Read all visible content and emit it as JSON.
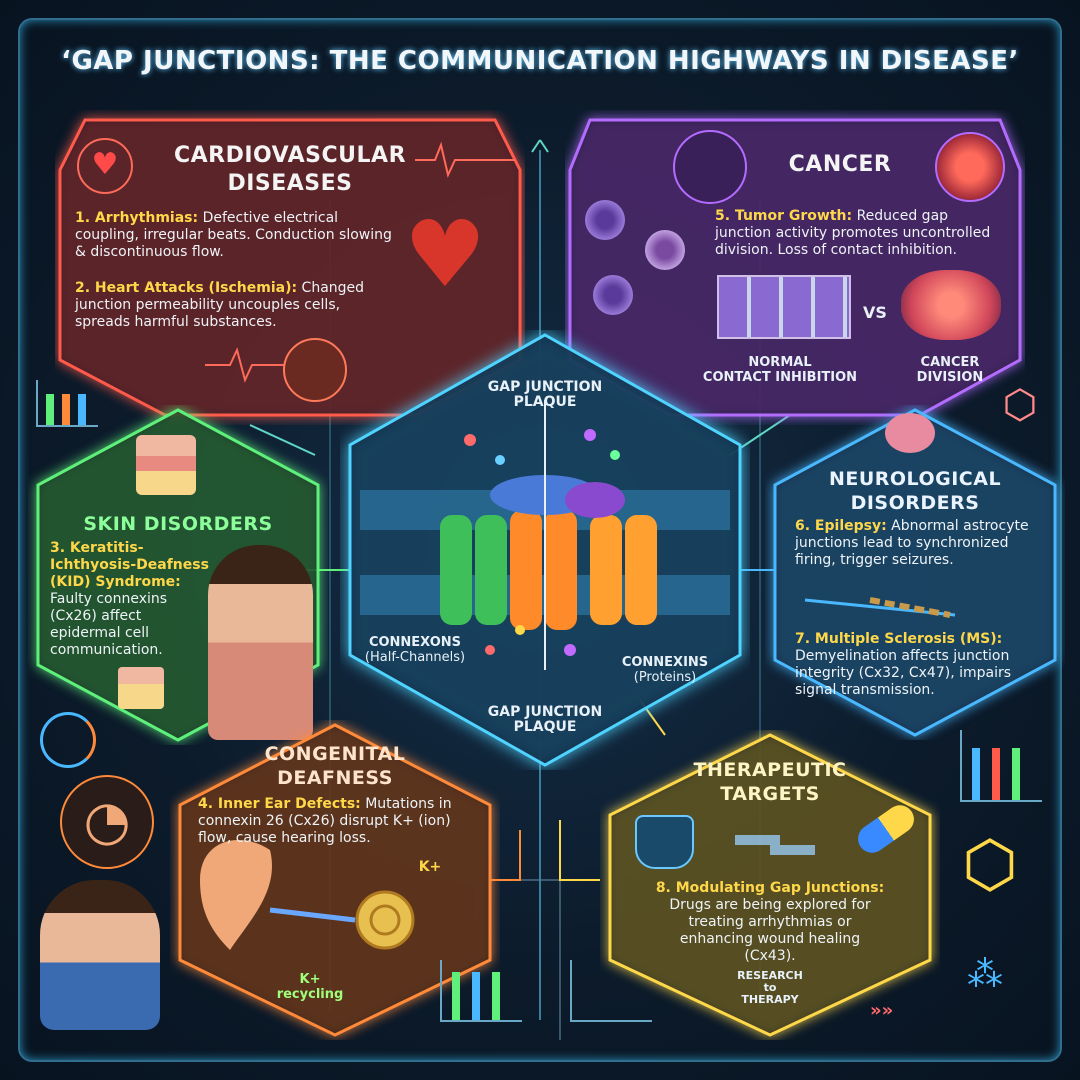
{
  "title": "‘GAP JUNCTIONS: THE COMMUNICATION HIGHWAYS IN DISEASE’",
  "cardio": {
    "title_line1": "CARDIOVASCULAR",
    "title_line2": "DISEASES",
    "item1_label": "1. Arrhythmias:",
    "item1_text": "Defective electrical coupling, irregular beats. Conduction slowing & discontinuous flow.",
    "item2_label": "2. Heart Attacks (Ischemia):",
    "item2_text": "Changed junction permeability uncouples cells, spreads harmful substances."
  },
  "cancer": {
    "title": "CANCER",
    "item_label": "5. Tumor Growth:",
    "item_text": "Reduced gap junction activity promotes uncontrolled division. Loss of contact inhibition.",
    "vs": "VS",
    "normal_line1": "NORMAL",
    "normal_line2": "CONTACT INHIBITION",
    "cancer_line1": "CANCER",
    "cancer_line2": "DIVISION"
  },
  "skin": {
    "title": "SKIN DISORDERS",
    "item_label": "3. Keratitis-Ichthyosis-Deafness (KID) Syndrome:",
    "item_text": "Faulty connexins (Cx26) affect epidermal cell communication."
  },
  "center": {
    "top_line1": "GAP JUNCTION",
    "top_line2": "PLAQUE",
    "connexons_line1": "CONNEXONS",
    "connexons_line2": "(Half-Channels)",
    "connexins_line1": "CONNEXINS",
    "connexins_line2": "(Proteins)",
    "bottom_line1": "GAP JUNCTION",
    "bottom_line2": "PLAQUE"
  },
  "neuro": {
    "title_line1": "NEUROLOGICAL",
    "title_line2": "DISORDERS",
    "item1_label": "6. Epilepsy:",
    "item1_text": "Abnormal astrocyte junctions lead to synchronized firing, trigger seizures.",
    "item2_label": "7. Multiple Sclerosis (MS):",
    "item2_text": "Demyelination affects junction integrity (Cx32, Cx47), impairs signal transmission."
  },
  "deaf": {
    "title_line1": "CONGENITAL",
    "title_line2": "DEAFNESS",
    "item_label": "4. Inner Ear Defects:",
    "item_text": "Mutations in connexin 26 (Cx26) disrupt K+ (ion) flow, cause hearing loss.",
    "kplus": "K+",
    "kplus2": "K+",
    "recycling": "recycling"
  },
  "thera": {
    "title_line1": "THERAPEUTIC",
    "title_line2": "TARGETS",
    "item_label": "8. Modulating Gap Junctions:",
    "item_text": "Drugs are being explored for treating arrhythmias or enhancing wound healing (Cx43).",
    "research_line1": "RESEARCH",
    "research_line2": "to",
    "research_line3": "THERAPY"
  },
  "colors": {
    "cardio": "#ff5a4a",
    "cancer": "#b46cff",
    "skin": "#5ef07a",
    "center": "#4fd3ff",
    "neuro": "#49b8ff",
    "deaf": "#ff8a3a",
    "thera": "#ffd84a"
  }
}
